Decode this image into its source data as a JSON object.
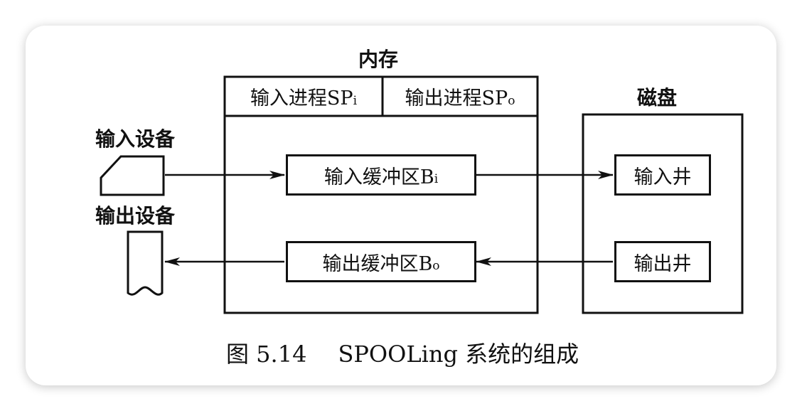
{
  "memory": {
    "label": "内存",
    "process_in": {
      "text": "输入进程SP",
      "sub": "i"
    },
    "process_out": {
      "text": "输出进程SP",
      "sub": "o"
    },
    "buffer_in": {
      "text": "输入缓冲区B",
      "sub": "i"
    },
    "buffer_out": {
      "text": "输出缓冲区B",
      "sub": "o"
    }
  },
  "disk": {
    "label": "磁盘",
    "well_in": "输入井",
    "well_out": "输出井"
  },
  "devices": {
    "input": "输入设备",
    "output": "输出设备"
  },
  "caption": {
    "figure": "图 5.14",
    "title": "SPOOLing 系统的组成"
  },
  "colors": {
    "line": "#111111",
    "card_bg": "#ffffff"
  }
}
